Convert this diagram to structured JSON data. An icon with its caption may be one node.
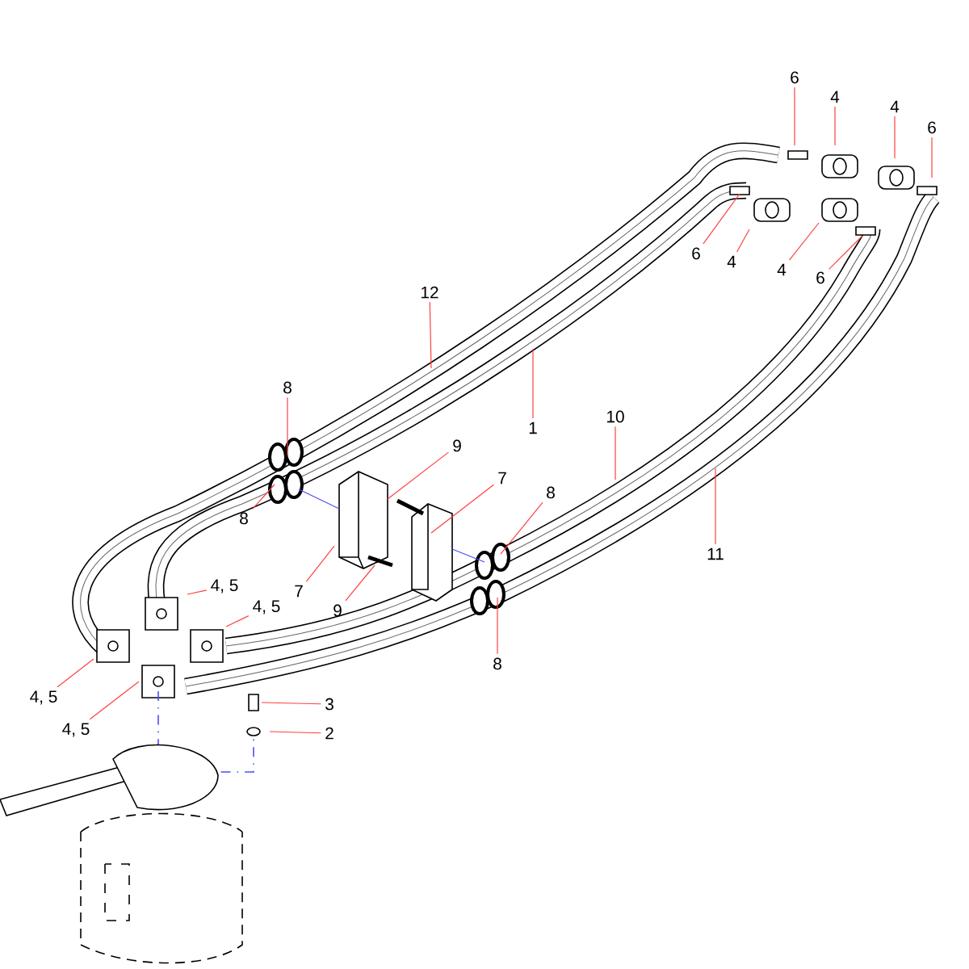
{
  "diagram": {
    "nodes": [
      {
        "text": [
          "6"
        ]
      },
      {
        "text": [
          "4"
        ]
      },
      {
        "text": [
          "4"
        ]
      },
      {
        "text": [
          "6"
        ]
      },
      {
        "text": [
          "6"
        ]
      },
      {
        "text": [
          "4"
        ]
      },
      {
        "text": [
          "4"
        ]
      },
      {
        "text": [
          "6"
        ]
      },
      {
        "text": [
          "12"
        ]
      },
      {
        "text": [
          "8"
        ]
      },
      {
        "text": [
          "10"
        ]
      },
      {
        "text": [
          "1"
        ]
      },
      {
        "text": [
          "9"
        ]
      },
      {
        "text": [
          "7"
        ]
      },
      {
        "text": [
          "8"
        ]
      },
      {
        "text": [
          "8"
        ]
      },
      {
        "text": [
          "11"
        ]
      },
      {
        "text": [
          "4, 5"
        ]
      },
      {
        "text": [
          "7"
        ]
      },
      {
        "text": [
          "4, 5"
        ]
      },
      {
        "text": [
          "9"
        ]
      },
      {
        "text": [
          "8"
        ]
      },
      {
        "text": [
          "4, 5"
        ]
      },
      {
        "text": [
          "3"
        ]
      },
      {
        "text": [
          "4, 5"
        ]
      },
      {
        "text": [
          "2"
        ]
      }
    ],
    "edges": [
      {
        "from": 0,
        "to": null,
        "arrow": "none"
      },
      {
        "from": 1,
        "to": null,
        "arrow": "none"
      },
      {
        "from": 2,
        "to": null,
        "arrow": "none"
      },
      {
        "from": 3,
        "to": null,
        "arrow": "none"
      },
      {
        "from": 4,
        "to": null,
        "arrow": "none"
      },
      {
        "from": 5,
        "to": null,
        "arrow": "none"
      },
      {
        "from": 6,
        "to": null,
        "arrow": "none"
      },
      {
        "from": 7,
        "to": null,
        "arrow": "none"
      },
      {
        "from": 8,
        "to": null,
        "arrow": "none"
      },
      {
        "from": 9,
        "to": null,
        "arrow": "none"
      },
      {
        "from": 10,
        "to": null,
        "arrow": "none"
      },
      {
        "from": 11,
        "to": null,
        "arrow": "none"
      },
      {
        "from": 12,
        "to": null,
        "arrow": "none"
      },
      {
        "from": 13,
        "to": null,
        "arrow": "none"
      },
      {
        "from": 14,
        "to": null,
        "arrow": "none"
      },
      {
        "from": 15,
        "to": null,
        "arrow": "none"
      },
      {
        "from": 16,
        "to": null,
        "arrow": "none"
      },
      {
        "from": 17,
        "to": null,
        "arrow": "none"
      },
      {
        "from": 18,
        "to": null,
        "arrow": "none"
      },
      {
        "from": 19,
        "to": null,
        "arrow": "none"
      },
      {
        "from": 20,
        "to": null,
        "arrow": "none"
      },
      {
        "from": 21,
        "to": null,
        "arrow": "none"
      },
      {
        "from": 22,
        "to": null,
        "arrow": "none"
      },
      {
        "from": 23,
        "to": null,
        "arrow": "none"
      },
      {
        "from": 24,
        "to": null,
        "arrow": "none"
      },
      {
        "from": 25,
        "to": null,
        "arrow": "none"
      }
    ]
  }
}
